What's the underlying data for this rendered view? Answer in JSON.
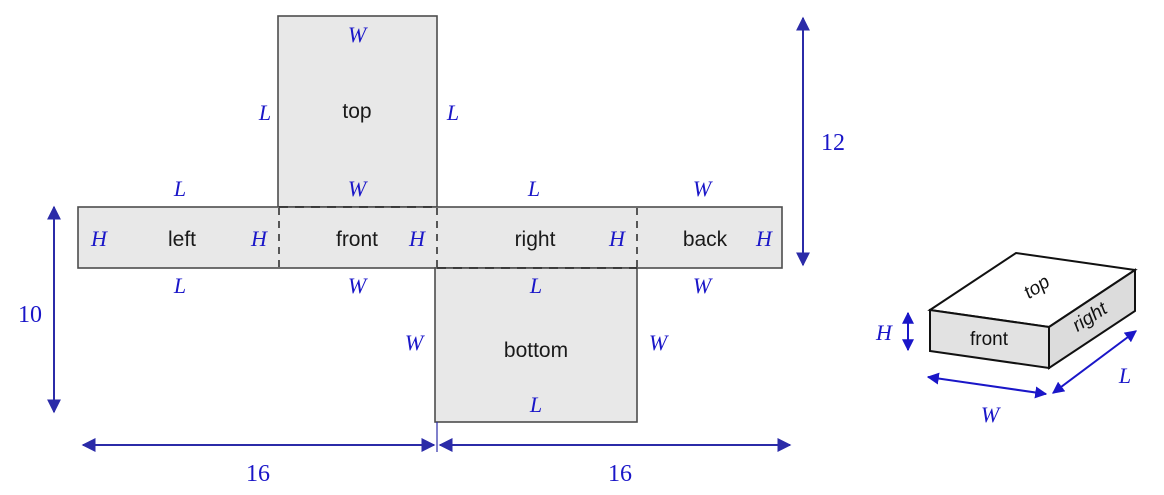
{
  "figure": {
    "title": "Box net with labeled faces and dimensions",
    "colors": {
      "face_fill": "#e8e8e8",
      "stroke": "#4d4d4d",
      "dim_blue": "#1a16c8",
      "text_black": "#1a1a1a",
      "background": "#ffffff"
    }
  },
  "net": {
    "faces": [
      {
        "name": "top",
        "label": "top"
      },
      {
        "name": "left",
        "label": "left"
      },
      {
        "name": "front",
        "label": "front"
      },
      {
        "name": "right",
        "label": "right"
      },
      {
        "name": "back",
        "label": "back"
      },
      {
        "name": "bottom",
        "label": "bottom"
      }
    ],
    "edge_labels": {
      "top_flap_top": "W",
      "top_flap_left": "L",
      "top_flap_right": "L",
      "top_flap_bottom": "W",
      "band_above": [
        "L",
        "W",
        "L",
        "W"
      ],
      "band_below": [
        "L",
        "W",
        "L",
        "W"
      ],
      "band_verticals": [
        "H",
        "H",
        "H",
        "H",
        "H"
      ],
      "bottom_flap_top": "L",
      "bottom_flap_left": "W",
      "bottom_flap_right": "W",
      "bottom_flap_bottom": "L"
    }
  },
  "dimensions": {
    "vertical_left": "10",
    "vertical_right": "12",
    "horizontal_left": "16",
    "horizontal_right": "16"
  },
  "box3d": {
    "faces": {
      "front": "front",
      "top": "top",
      "right": "right"
    },
    "dimension_labels": {
      "height": "H",
      "width": "W",
      "length": "L"
    }
  }
}
